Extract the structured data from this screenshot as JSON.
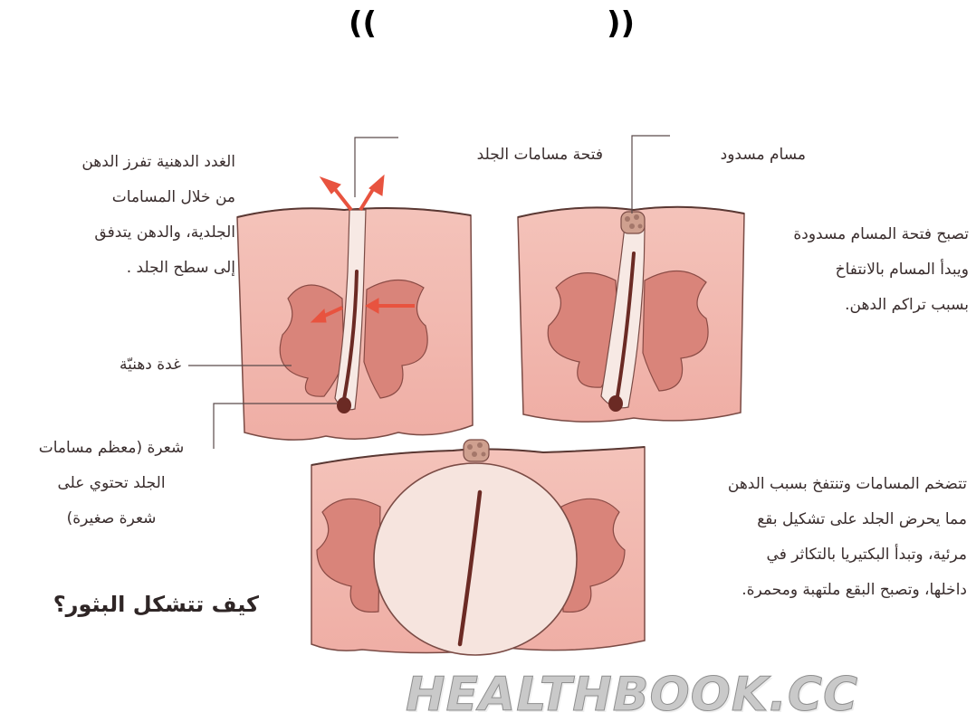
{
  "header": {
    "open_quote": "((",
    "close_quote": "))"
  },
  "labels": {
    "pore_opening": "فتحة مسامات الجلد",
    "blocked_pore": "مسام مسدود",
    "sebaceous_gland": "غدة دهنيّة",
    "title": "كيف تتشكل البثور؟"
  },
  "texts": {
    "left_top": [
      "الغدد الدهنية تفرز الدهن",
      "من خلال المسامات",
      "الجلدية، والدهن يتدفق",
      "إلى سطح الجلد ."
    ],
    "right_top": [
      "تصبح فتحة المسام مسدودة",
      "ويبدأ المسام بالانتفاخ",
      "بسبب تراكم الدهن."
    ],
    "left_mid": [
      "شعرة (معظم مسامات",
      "الجلد تحتوي على",
      "شعرة صغيرة)"
    ],
    "right_bottom": [
      "تتضخم المسامات وتنتفخ بسبب الدهن",
      "مما يحرض الجلد على تشكيل بقع",
      "مرئية، وتبدأ البكتيريا بالتكاثر في",
      "داخلها، وتصبح البقع ملتهبة ومحمرة."
    ]
  },
  "watermark": "HEALTHBOOK.CC",
  "colors": {
    "skin": "#f2b9b0",
    "gland": "#d9847a",
    "gland_inner": "#c76d66",
    "pore": "#f7e9e4",
    "hair": "#6b2a24",
    "arrow": "#e8533f",
    "leader": "#5a4a4a",
    "text": "#3a2e2e"
  }
}
